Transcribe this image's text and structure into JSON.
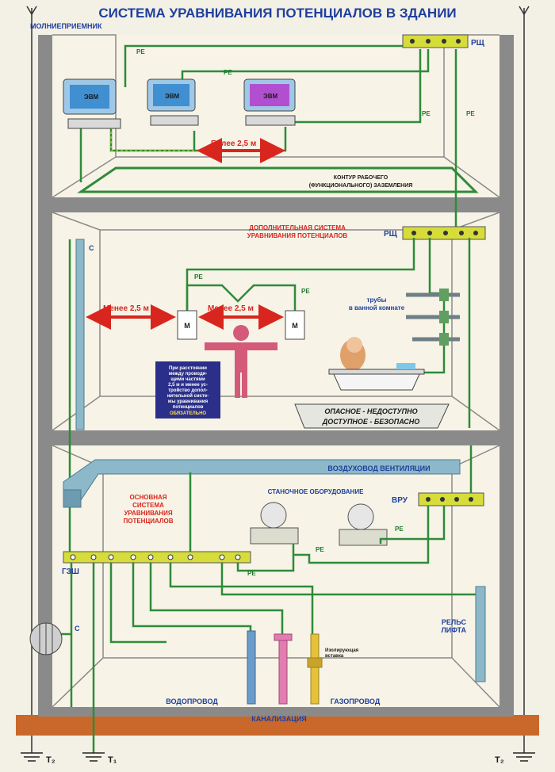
{
  "title": "СИСТЕМА УРАВНИВАНИЯ ПОТЕНЦИАЛОВ В ЗДАНИИ",
  "labels": {
    "lightning": "МОЛНИЕПРИЕМНИК",
    "rsch": "РЩ",
    "pe": "PE",
    "evm": "ЭВМ",
    "more_25": "Более 2,5 м",
    "contour_line1": "КОНТУР РАБОЧЕГО",
    "contour_line2": "(ФУНКЦИОНАЛЬНОГО) ЗАЗЕМЛЕНИЯ",
    "extra_line1": "ДОПОЛНИТЕЛЬНАЯ СИСТЕМА",
    "extra_line2": "УРАВНИВАНИЯ ПОТЕНЦИАЛОВ",
    "c": "С",
    "less_25": "Менее 2,5 м",
    "m": "М",
    "pipes_line1": "трубы",
    "pipes_line2": "в ванной комнате",
    "note_lines": [
      "При расстоянии",
      "между проводя-",
      "щими частями",
      "2,5 м и менее ус-",
      "тройство допол-",
      "нительной систе-",
      "мы уравнивания",
      "потенциалов",
      "ОБЯЗАТЕЛЬНО"
    ],
    "danger": "ОПАСНОЕ - НЕДОСТУПНО",
    "safe": "ДОСТУПНОЕ - БЕЗОПАСНО",
    "duct": "ВОЗДУХОВОД ВЕНТИЛЯЦИИ",
    "machine": "СТАНОЧНОЕ ОБОРУДОВАНИЕ",
    "vru": "ВРУ",
    "main_line1": "ОСНОВНАЯ",
    "main_line2": "СИСТЕМА",
    "main_line3": "УРАВНИВАНИЯ",
    "main_line4": "ПОТЕНЦИАЛОВ",
    "gzsh": "ГЗШ",
    "rail_line1": "РЕЛЬС",
    "rail_line2": "ЛИФТА",
    "insulating_line1": "Изолирующая",
    "insulating_line2": "вставка",
    "water": "ВОДОПРОВОД",
    "gas": "ГАЗОПРОВОД",
    "sewer": "КАНАЛИЗАЦИЯ",
    "t1": "T₁",
    "t2": "T₂"
  },
  "colors": {
    "wall": "#8a8a8a",
    "interior": "#f7f3e6",
    "pe_wire": "#2e8b3a",
    "bus": "#d6dc3a",
    "arrow": "#d8261f",
    "duct": "#8db8c9",
    "ground": "#c9682a"
  }
}
